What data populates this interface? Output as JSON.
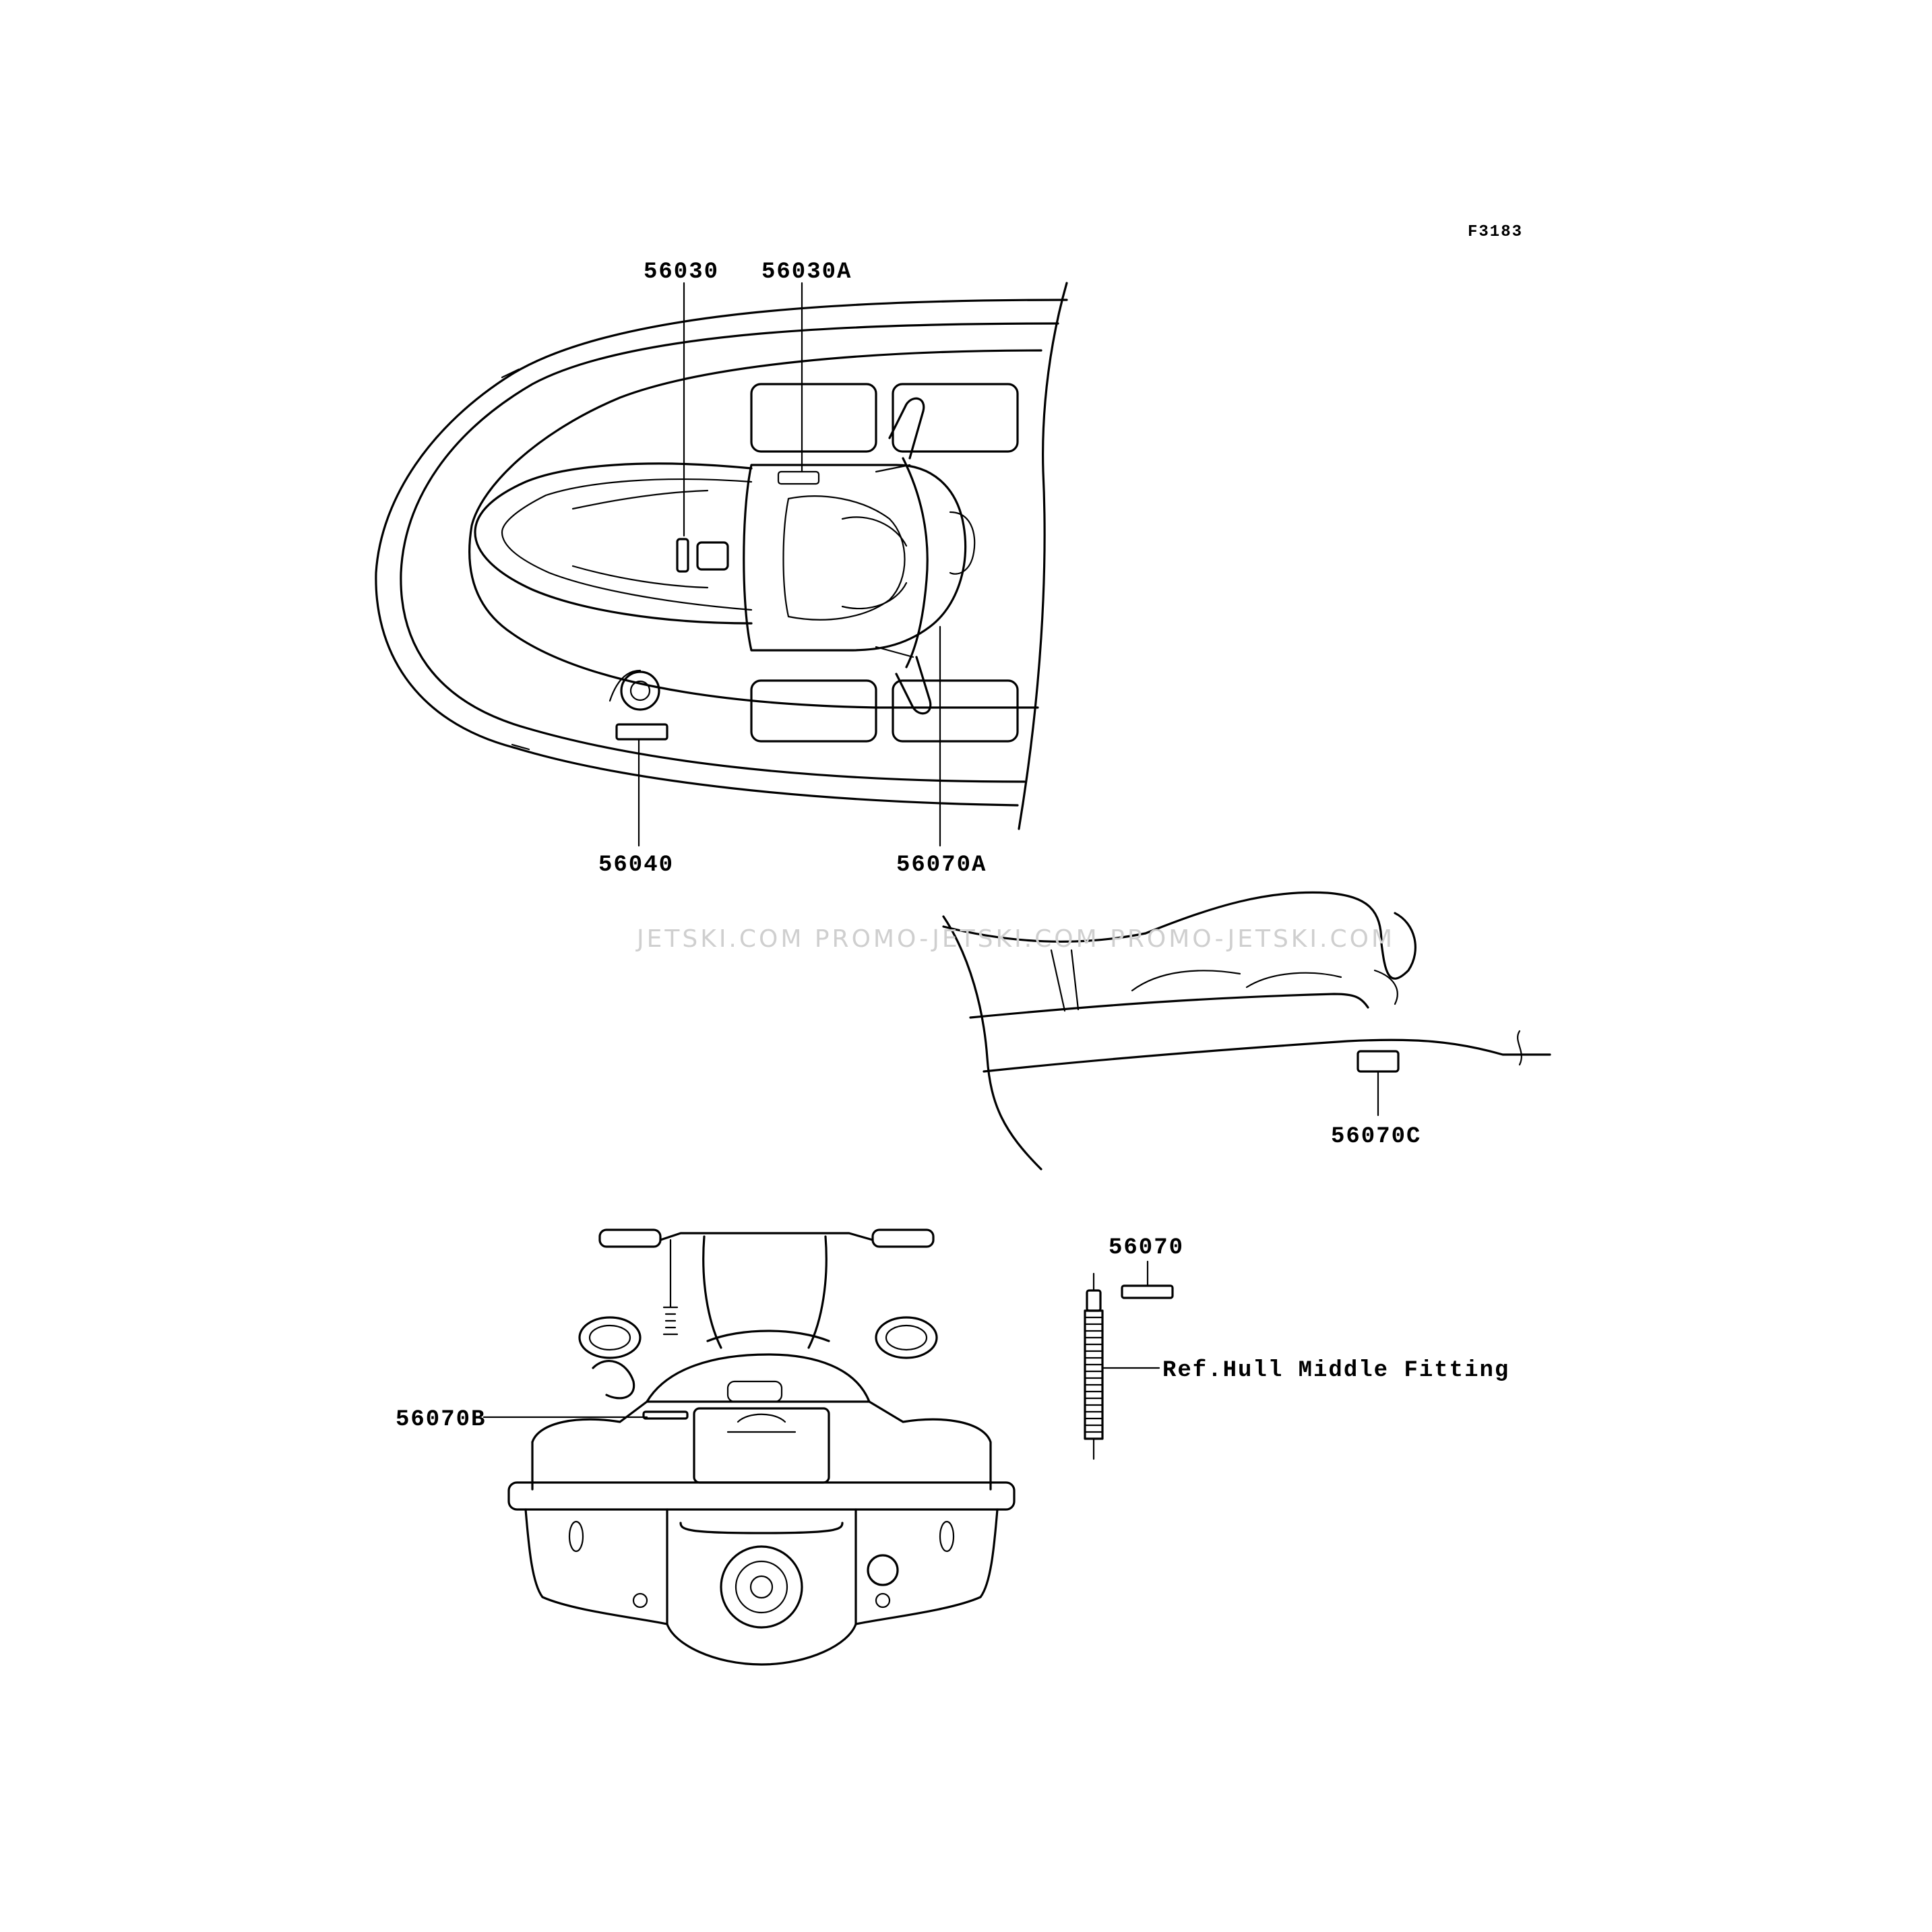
{
  "figure_code": "F3183",
  "watermark": "JETSKI.COM  PROMO-JETSKI.COM  PROMO-JETSKI.COM",
  "callouts": {
    "c56030": "56030",
    "c56030A": "56030A",
    "c56040": "56040",
    "c56070A": "56070A",
    "c56070C": "56070C",
    "c56070": "56070",
    "c56070B": "56070B",
    "ref_hull": "Ref.Hull Middle Fitting"
  }
}
